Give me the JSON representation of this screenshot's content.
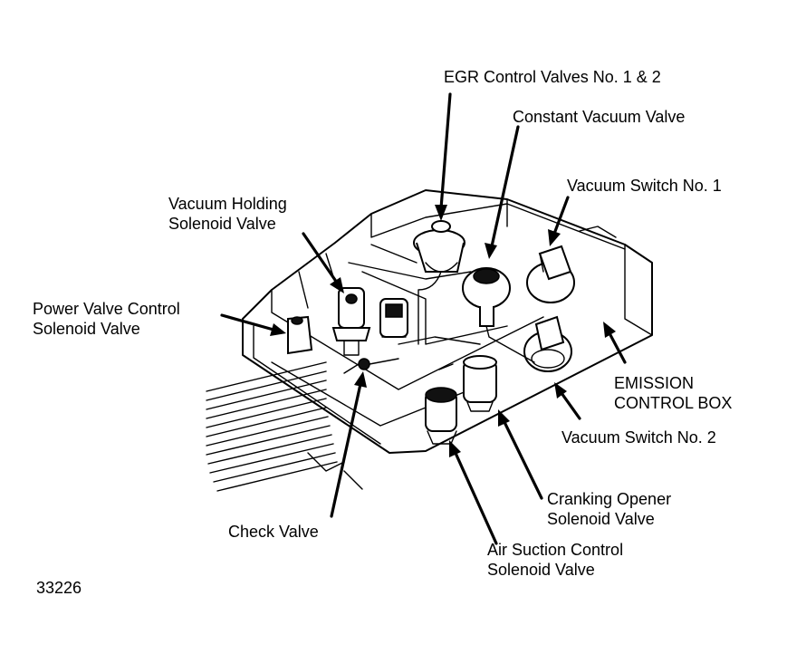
{
  "labels": {
    "egr_control_valves": "EGR Control Valves No. 1 & 2",
    "constant_vacuum_valve": "Constant Vacuum Valve",
    "vacuum_switch_no1": "Vacuum Switch No. 1",
    "vacuum_holding_line1": "Vacuum Holding",
    "vacuum_holding_line2": "Solenoid Valve",
    "power_valve_line1": "Power Valve Control",
    "power_valve_line2": "Solenoid Valve",
    "emission_box_line1": "EMISSION",
    "emission_box_line2": "CONTROL BOX",
    "vacuum_switch_no2": "Vacuum Switch No. 2",
    "cranking_opener_line1": "Cranking Opener",
    "cranking_opener_line2": "Solenoid Valve",
    "check_valve": "Check Valve",
    "air_suction_line1": "Air Suction Control",
    "air_suction_line2": "Solenoid Valve",
    "figure_number": "33226"
  },
  "colors": {
    "ink": "#000000",
    "paper": "#ffffff"
  }
}
